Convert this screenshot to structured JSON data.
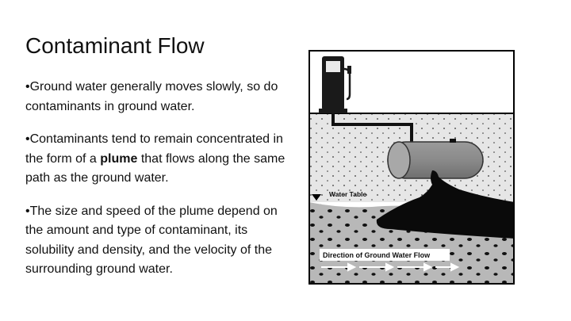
{
  "slide": {
    "title": "Contaminant Flow",
    "bullets": [
      {
        "before": "•Ground water generally moves slowly, so do contaminants in ground water.",
        "bold": "",
        "after": ""
      },
      {
        "before": "•Contaminants tend to remain concentrated in the form of a ",
        "bold": "plume",
        "after": " that flows along the same path as the ground water."
      },
      {
        "before": "•The size and speed of the plume depend on the amount and type of contaminant, its solubility and density, and the velocity of the surrounding ground water.",
        "bold": "",
        "after": ""
      }
    ]
  },
  "diagram": {
    "water_table_label": "Water Table",
    "flow_label": "Direction of Ground Water Flow"
  }
}
